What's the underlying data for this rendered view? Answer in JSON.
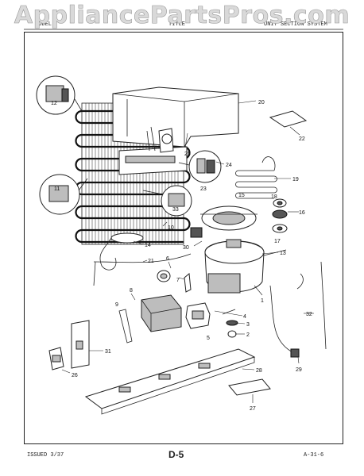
{
  "watermark": "AppliancePartsPros.com",
  "header": {
    "left": "MODEL",
    "middle": "TITLE",
    "right": "UNIT SECTION SYSTEM"
  },
  "footer": {
    "issued": "ISSUED 3/37",
    "page": "D-5",
    "code": "A-31-6"
  },
  "callouts": {
    "c1": "1",
    "c2": "2",
    "c3": "3",
    "c4": "4",
    "c5": "5",
    "c6": "6",
    "c7": "7",
    "c8": "8",
    "c9": "9",
    "c10": "10",
    "c11": "11",
    "c12": "12",
    "c13": "13",
    "c14": "14",
    "c15": "15",
    "c16": "16",
    "c17": "17",
    "c18": "18",
    "c19": "19",
    "c20": "20",
    "c21": "21",
    "c22": "22",
    "c23": "23",
    "c24": "24",
    "c25": "25",
    "c26": "26",
    "c27": "27",
    "c28": "28",
    "c29": "29",
    "c30": "30",
    "c31": "31",
    "c32": "32",
    "c33": "33"
  }
}
